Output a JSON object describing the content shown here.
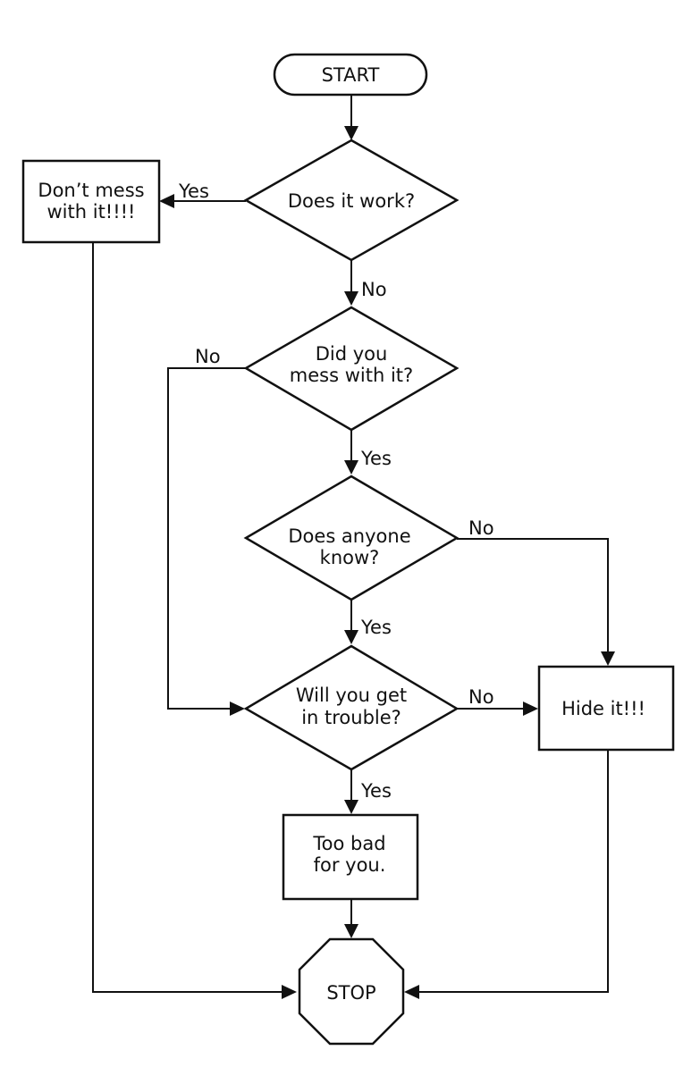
{
  "colors": {
    "stroke": "#111111",
    "background": "#ffffff"
  },
  "nodes": {
    "start": {
      "shape": "terminal",
      "lines": [
        "START"
      ]
    },
    "works": {
      "shape": "decision",
      "lines": [
        "Does it work?"
      ]
    },
    "dont_mess": {
      "shape": "process",
      "lines": [
        "Don’t mess",
        "with it!!!!"
      ]
    },
    "messed": {
      "shape": "decision",
      "lines": [
        "Did you",
        "mess with it?"
      ]
    },
    "anyone_know": {
      "shape": "decision",
      "lines": [
        "Does anyone",
        "know?"
      ]
    },
    "trouble": {
      "shape": "decision",
      "lines": [
        "Will you get",
        "in trouble?"
      ]
    },
    "hide": {
      "shape": "process",
      "lines": [
        "Hide it!!!"
      ]
    },
    "too_bad": {
      "shape": "process",
      "lines": [
        "Too bad",
        "for you."
      ]
    },
    "stop": {
      "shape": "octagon",
      "lines": [
        "STOP"
      ]
    }
  },
  "edges": [
    {
      "id": "start-works",
      "from": "start",
      "to": "works",
      "label": ""
    },
    {
      "id": "works-dontmess",
      "from": "works",
      "to": "dont_mess",
      "label": "Yes"
    },
    {
      "id": "works-messed",
      "from": "works",
      "to": "messed",
      "label": "No"
    },
    {
      "id": "messed-trouble",
      "from": "messed",
      "to": "trouble",
      "label": "No"
    },
    {
      "id": "messed-anyone",
      "from": "messed",
      "to": "anyone_know",
      "label": "Yes"
    },
    {
      "id": "anyone-hide",
      "from": "anyone_know",
      "to": "hide",
      "label": "No"
    },
    {
      "id": "anyone-trouble",
      "from": "anyone_know",
      "to": "trouble",
      "label": "Yes"
    },
    {
      "id": "trouble-hide",
      "from": "trouble",
      "to": "hide",
      "label": "No"
    },
    {
      "id": "trouble-toobad",
      "from": "trouble",
      "to": "too_bad",
      "label": "Yes"
    },
    {
      "id": "toobad-stop",
      "from": "too_bad",
      "to": "stop",
      "label": ""
    },
    {
      "id": "dontmess-stop",
      "from": "dont_mess",
      "to": "stop",
      "label": ""
    },
    {
      "id": "hide-stop",
      "from": "hide",
      "to": "stop",
      "label": ""
    }
  ]
}
